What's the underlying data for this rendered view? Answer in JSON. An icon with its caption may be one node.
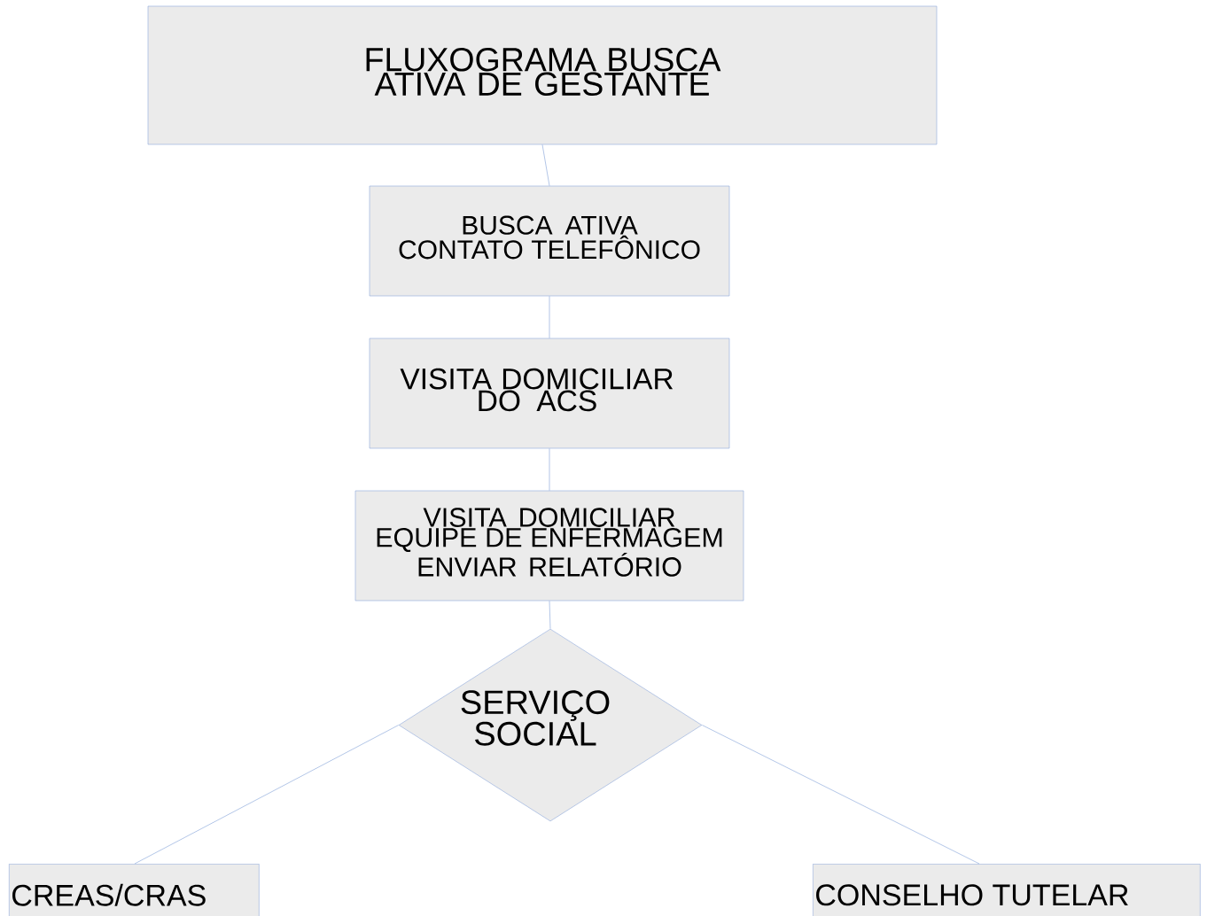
{
  "diagram": {
    "nodes": [
      {
        "text": [
          "FLUXOGRAMA BUSCA ATIVA DE GESTANTE"
        ]
      },
      {
        "text": [
          "BUSCA ATIVA CONTATO TELEFÔNICO"
        ]
      },
      {
        "text": [
          "VISITA DOMICILIAR DO ACS"
        ]
      },
      {
        "text": [
          "VISITA DOMICILIAR EQUIPE DE ENFERMAGEM ENVIAR RELATÓRIO"
        ]
      },
      {
        "text": [
          "SERVIÇO SOCIAL"
        ]
      },
      {
        "text": [
          "CREAS/CRAS"
        ]
      },
      {
        "text": [
          "CONSELHO TUTELAR"
        ]
      }
    ],
    "edges": [
      {
        "from": 0,
        "to": 1,
        "arrow": "none"
      },
      {
        "from": 1,
        "to": 2,
        "arrow": "none"
      },
      {
        "from": 2,
        "to": 3,
        "arrow": "none"
      },
      {
        "from": 3,
        "to": 4,
        "arrow": "none"
      },
      {
        "from": 4,
        "to": 5,
        "arrow": "none"
      },
      {
        "from": 4,
        "to": 6,
        "arrow": "none"
      }
    ]
  }
}
